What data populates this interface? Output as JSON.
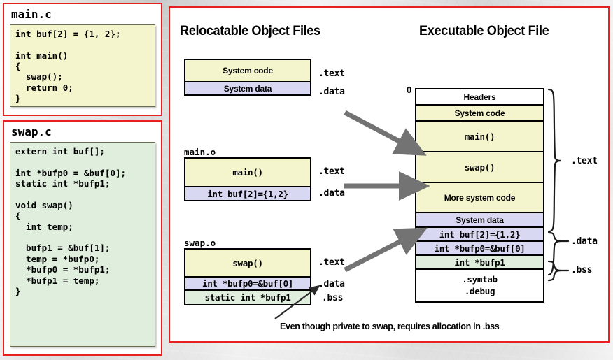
{
  "left_panel": {
    "files": [
      {
        "name": "main-c",
        "title": "main.c",
        "code": "int buf[2] = {1, 2};\n\nint main()\n{\n  swap();\n  return 0;\n}",
        "theme": "yellow"
      },
      {
        "name": "swap-c",
        "title": "swap.c",
        "code": "extern int buf[];\n\nint *bufp0 = &buf[0];\nstatic int *bufp1;\n\nvoid swap()\n{\n  int temp;\n\n  bufp1 = &buf[1];\n  temp = *bufp0;\n  *bufp0 = *bufp1;\n  *bufp1 = temp;\n}",
        "theme": "green"
      }
    ]
  },
  "diagram": {
    "left_column_title": "Relocatable Object Files",
    "right_column_title": "Executable Object File",
    "zero_label": "0",
    "caption": "Even though private to swap, requires allocation in .bss",
    "relocatable_files": [
      {
        "name": "system-object",
        "label": "",
        "segments": [
          {
            "text": "System code",
            "style": "sans",
            "color": "text",
            "section": ".text"
          },
          {
            "text": "System data",
            "style": "sans",
            "color": "data",
            "section": ".data"
          }
        ]
      },
      {
        "name": "main-object",
        "label": "main.o",
        "segments": [
          {
            "text": "main()",
            "style": "mono",
            "color": "text",
            "section": ".text"
          },
          {
            "text": "int buf[2]={1,2}",
            "style": "mono",
            "color": "data",
            "section": ".data"
          }
        ]
      },
      {
        "name": "swap-object",
        "label": "swap.o",
        "segments": [
          {
            "text": "swap()",
            "style": "mono",
            "color": "text",
            "section": ".text"
          },
          {
            "text": "int *bufp0=&buf[0]",
            "style": "mono",
            "color": "data",
            "section": ".data"
          },
          {
            "text": "static int *bufp1",
            "style": "mono",
            "color": "bss",
            "section": ".bss"
          }
        ]
      }
    ],
    "executable": {
      "name": "executable-object",
      "segments": [
        {
          "text": "Headers",
          "style": "sans",
          "color": "white"
        },
        {
          "text": "System code",
          "style": "sans",
          "color": "text"
        },
        {
          "text": "main()",
          "style": "mono",
          "color": "text"
        },
        {
          "text": "swap()",
          "style": "mono",
          "color": "text"
        },
        {
          "text": "More system code",
          "style": "sans",
          "color": "text"
        },
        {
          "text": "System data",
          "style": "sans",
          "color": "data"
        },
        {
          "text": "int buf[2]={1,2}",
          "style": "mono",
          "color": "data"
        },
        {
          "text": "int *bufp0=&buf[0]",
          "style": "mono",
          "color": "data"
        },
        {
          "text": "int *bufp1",
          "style": "mono",
          "color": "bss"
        },
        {
          "text": ".symtab\n.debug",
          "style": "mono",
          "color": "white"
        }
      ],
      "brace_labels": [
        ".text",
        ".data",
        ".bss"
      ]
    }
  },
  "colors": {
    "frame_red": "#e8201f",
    "text_section": "#f5f5cd",
    "data_section": "#d8d8f2",
    "bss_section": "#dfeedd",
    "arrow_gray": "#737373",
    "background": "#e6e6e6"
  }
}
